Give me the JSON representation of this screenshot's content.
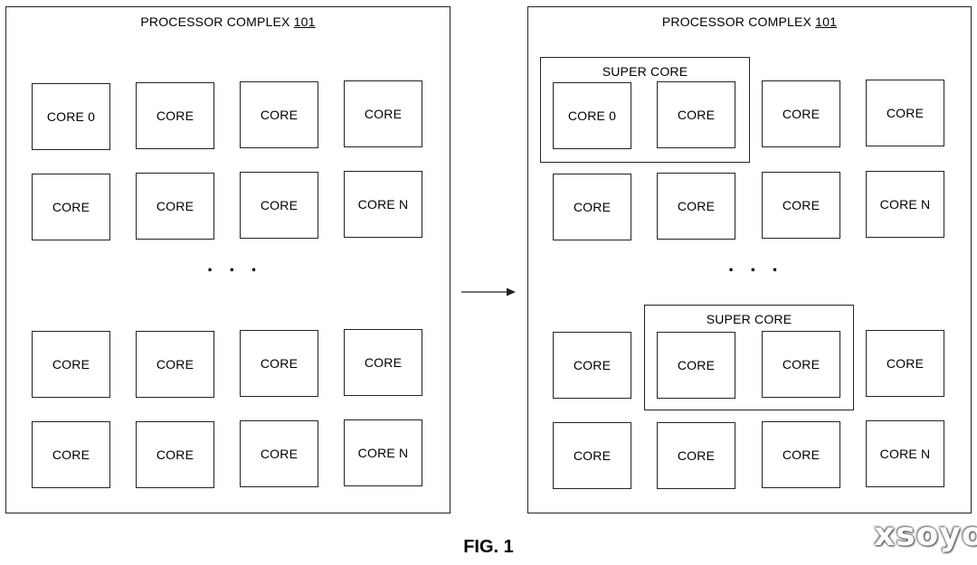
{
  "left_complex": {
    "title": "PROCESSOR COMPLEX",
    "ref": "101",
    "rows": [
      [
        "CORE 0",
        "CORE",
        "CORE",
        "CORE"
      ],
      [
        "CORE",
        "CORE",
        "CORE",
        "CORE N"
      ],
      [
        "CORE",
        "CORE",
        "CORE",
        "CORE"
      ],
      [
        "CORE",
        "CORE",
        "CORE",
        "CORE N"
      ]
    ],
    "ellipsis": ". . ."
  },
  "right_complex": {
    "title": "PROCESSOR COMPLEX",
    "ref": "101",
    "rows": [
      [
        "CORE 0",
        "CORE",
        "CORE",
        "CORE"
      ],
      [
        "CORE",
        "CORE",
        "CORE",
        "CORE N"
      ],
      [
        "CORE",
        "CORE",
        "CORE",
        "CORE"
      ],
      [
        "CORE",
        "CORE",
        "CORE",
        "CORE N"
      ]
    ],
    "super_cores": [
      {
        "label": "SUPER CORE"
      },
      {
        "label": "SUPER CORE"
      }
    ],
    "ellipsis": ". . ."
  },
  "figure_label": "FIG. 1",
  "watermark": "xsoyo"
}
